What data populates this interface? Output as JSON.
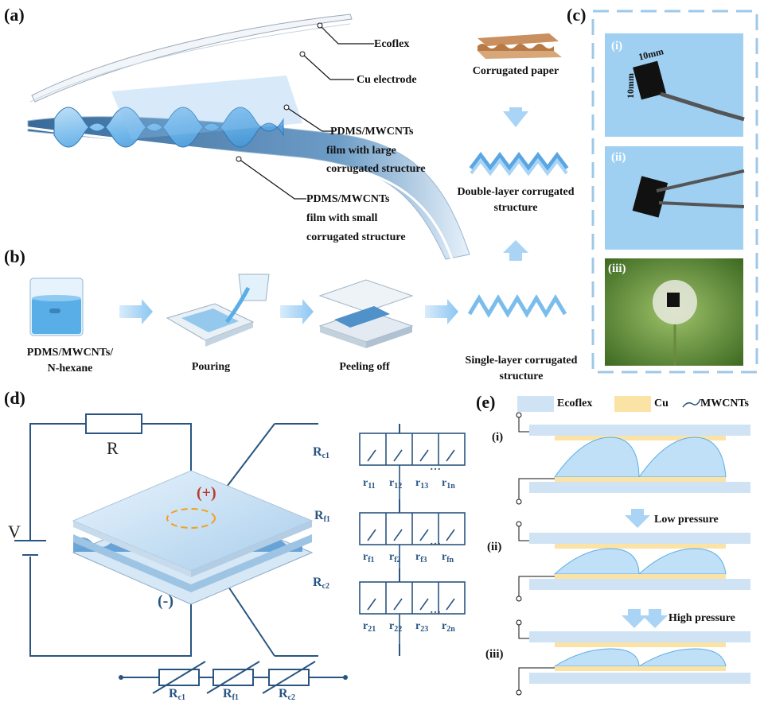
{
  "panels": [
    "(a)",
    "(b)",
    "(c)",
    "(d)",
    "(e)"
  ],
  "panel_a": {
    "ecoflex": "Ecoflex",
    "cu": "Cu electrode",
    "large_1": "PDMS/MWCNTs",
    "large_2": "film with large",
    "large_3": "corrugated structure",
    "small_1": "PDMS/MWCNTs",
    "small_2": "film with small",
    "small_3": "corrugated structure"
  },
  "panel_top": {
    "corrugated_paper": "Corrugated paper",
    "double_1": "Double-layer corrugated",
    "double_2": "structure"
  },
  "panel_b": {
    "step1_1": "PDMS/MWCNTs/",
    "step1_2": "N-hexane",
    "step2": "Pouring",
    "step3": "Peeling off",
    "step4_1": "Single-layer corrugated",
    "step4_2": "structure"
  },
  "panel_c": {
    "i": "(i)",
    "ii": "(ii)",
    "iii": "(iii)",
    "dim_w": "10mm",
    "dim_h": "10mm"
  },
  "panel_d": {
    "R": "R",
    "V": "V",
    "plus": "(+)",
    "minus": "(-)",
    "Rc1": {
      "m": "R",
      "s": "c1"
    },
    "Rf1": {
      "m": "R",
      "s": "f1"
    },
    "Rc2": {
      "m": "R",
      "s": "c2"
    },
    "ellipsis": "…",
    "row1": [
      {
        "m": "r",
        "s": "11"
      },
      {
        "m": "r",
        "s": "12"
      },
      {
        "m": "r",
        "s": "13"
      },
      {
        "m": "r",
        "s": "1n"
      }
    ],
    "row2": [
      {
        "m": "r",
        "s": "f1"
      },
      {
        "m": "r",
        "s": "f2"
      },
      {
        "m": "r",
        "s": "f3"
      },
      {
        "m": "r",
        "s": "fn"
      }
    ],
    "row3": [
      {
        "m": "r",
        "s": "21"
      },
      {
        "m": "r",
        "s": "22"
      },
      {
        "m": "r",
        "s": "23"
      },
      {
        "m": "r",
        "s": "2n"
      }
    ],
    "bottom": [
      {
        "m": "R",
        "s": "c1"
      },
      {
        "m": "R",
        "s": "f1"
      },
      {
        "m": "R",
        "s": "c2"
      }
    ]
  },
  "panel_e": {
    "legend": [
      "Ecoflex",
      "Cu",
      "MWCNTs"
    ],
    "i": "(i)",
    "ii": "(ii)",
    "iii": "(iii)",
    "low": "Low pressure",
    "high": "High pressure"
  },
  "colors": {
    "ecoflex": "#cfe3f5",
    "cu": "#fbe3a6",
    "circuit": "#2a5580",
    "accent_red": "#c0392b",
    "dashed_ellipse": "#f0a020",
    "arrow": "#a9d4f5",
    "film_blue": "#6fb6ea"
  }
}
